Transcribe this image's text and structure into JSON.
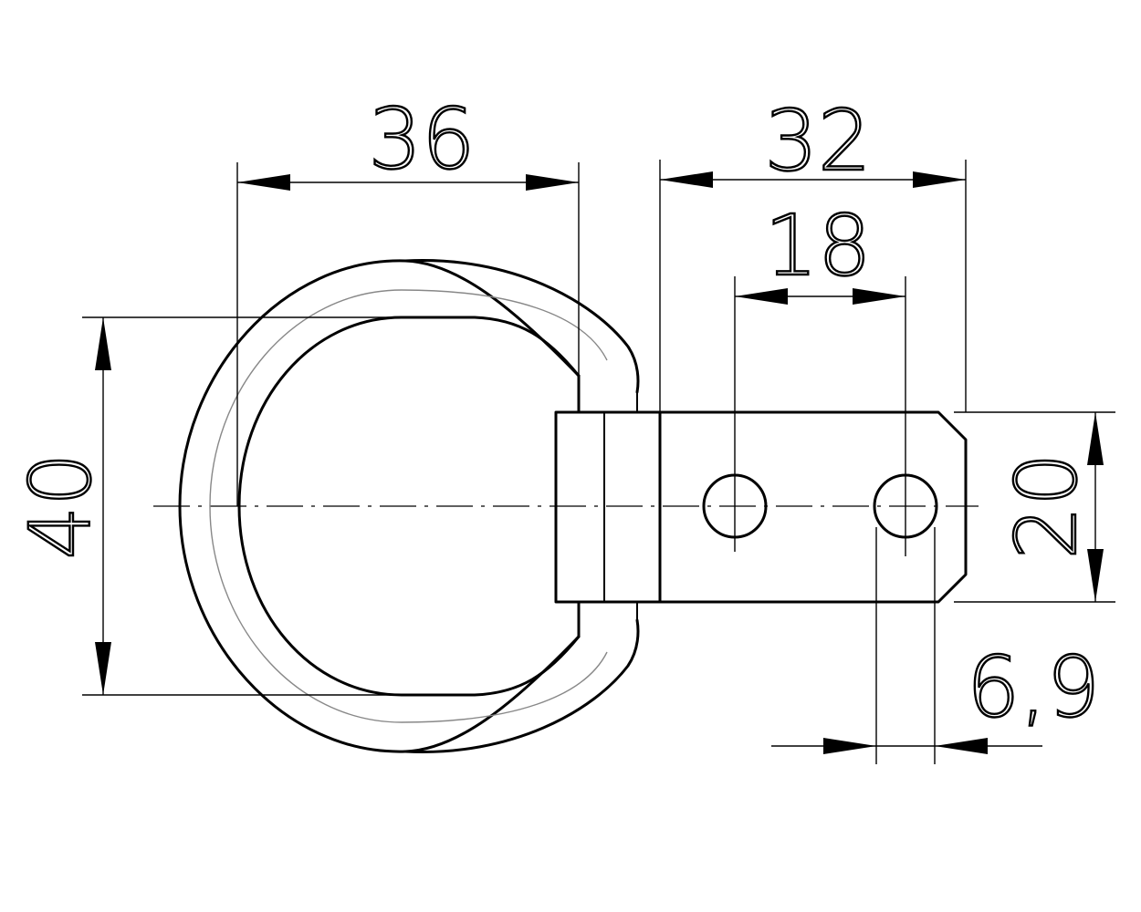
{
  "dimensions": {
    "ring_width": "36",
    "plate_length": "32",
    "hole_spacing": "18",
    "ring_height": "40",
    "plate_height": "20",
    "hole_diameter": "6,9"
  }
}
